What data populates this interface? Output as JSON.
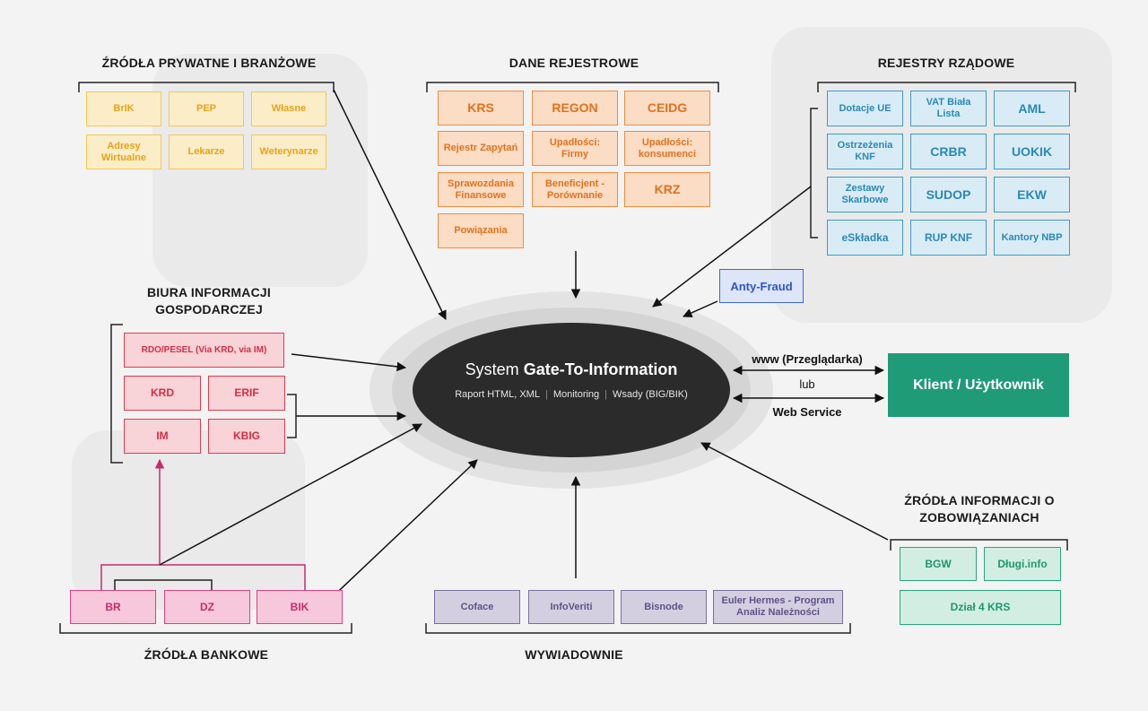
{
  "private_sources": {
    "title": "ŹRÓDŁA PRYWATNE I BRANŻOWE",
    "items": [
      "BrIK",
      "PEP",
      "Własne",
      "Adresy Wirtualne",
      "Lekarze",
      "Weterynarze"
    ]
  },
  "registry_data": {
    "title": "DANE REJESTROWE",
    "items": [
      "KRS",
      "REGON",
      "CEIDG",
      "Rejestr Zapytań",
      "Upadłości: Firmy",
      "Upadłości: konsumenci",
      "Sprawozdania Finansowe",
      "Beneficjent - Porównanie",
      "KRZ",
      "Powiązania"
    ]
  },
  "gov_registries": {
    "title": "REJESTRY RZĄDOWE",
    "items": [
      "Dotacje UE",
      "VAT Biała Lista",
      "AML",
      "Ostrzeżenia KNF",
      "CRBR",
      "UOKIK",
      "Zestawy Skarbowe",
      "SUDOP",
      "EKW",
      "eSkładka",
      "RUP KNF",
      "Kantory NBP"
    ]
  },
  "anti_fraud": "Anty-Fraud",
  "big": {
    "title": "BIURA INFORMACJI GOSPODARCZEJ",
    "items": [
      "RDO/PESEL (Via KRD, via IM)",
      "KRD",
      "ERIF",
      "IM",
      "KBIG"
    ]
  },
  "system": {
    "title_prefix": "System",
    "title_bold": "Gate-To-Information",
    "features": [
      "Raport HTML, XML",
      "Monitoring",
      "Wsady (BIG/BIK)"
    ]
  },
  "connections": {
    "top": "www (Przeglądarka)",
    "middle": "lub",
    "bottom": "Web Service"
  },
  "client": "Klient / Użytkownik",
  "obligations": {
    "title": "ŹRÓDŁA INFORMACJI O ZOBOWIĄZANIACH",
    "items": [
      "BGW",
      "Długi.info",
      "Dział 4 KRS"
    ]
  },
  "bank_sources": {
    "title": "ŹRÓDŁA BANKOWE",
    "items": [
      "BR",
      "DZ",
      "BIK"
    ]
  },
  "agencies": {
    "title": "WYWIADOWNIE",
    "items": [
      "Coface",
      "InfoVeriti",
      "Bisnode",
      "Euler Hermes - Program Analiz Należności"
    ]
  },
  "colors": {
    "private": "#f2c94c",
    "registry": "#f08d3c",
    "government": "#3b9bc9",
    "big": "#e03c4f",
    "bank": "#df3f84",
    "agencies": "#7a6e9e",
    "obligations": "#26a87e",
    "client": "#1f9b77",
    "system": "#2b2b2b"
  }
}
